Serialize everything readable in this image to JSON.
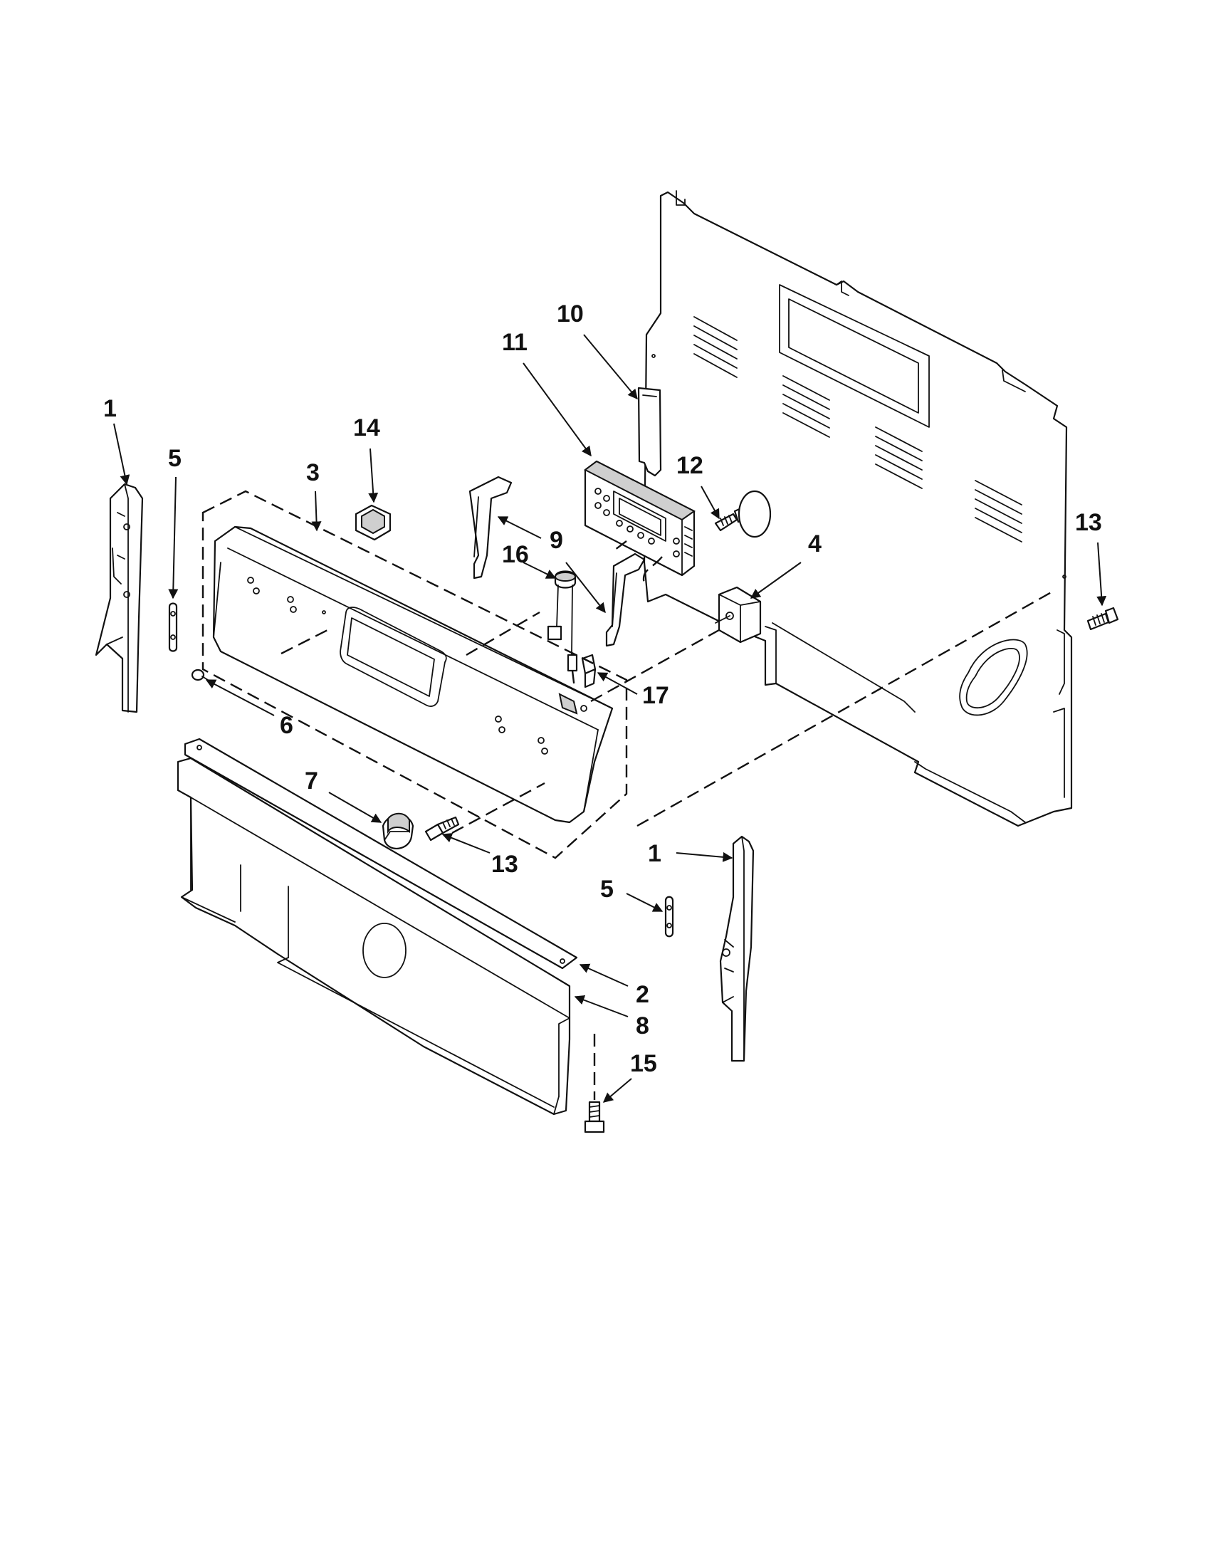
{
  "callouts": [
    {
      "id": "c1a",
      "label": "1",
      "target": "side-trim-left"
    },
    {
      "id": "c5a",
      "label": "5",
      "target": "clip-left"
    },
    {
      "id": "c14",
      "label": "14",
      "target": "clip-14"
    },
    {
      "id": "c3",
      "label": "3",
      "target": "control-panel"
    },
    {
      "id": "c10",
      "label": "10",
      "target": "bracket-10"
    },
    {
      "id": "c11",
      "label": "11",
      "target": "electronic-control"
    },
    {
      "id": "c12",
      "label": "12",
      "target": "screw-12"
    },
    {
      "id": "c16",
      "label": "16",
      "target": "part-16"
    },
    {
      "id": "c9",
      "label": "9",
      "target": "brackets-9"
    },
    {
      "id": "c4",
      "label": "4",
      "target": "switch-4"
    },
    {
      "id": "c13a",
      "label": "13",
      "target": "screw-right"
    },
    {
      "id": "c17",
      "label": "17",
      "target": "part-17"
    },
    {
      "id": "c6",
      "label": "6",
      "target": "screw-6"
    },
    {
      "id": "c7",
      "label": "7",
      "target": "knob-7"
    },
    {
      "id": "c13b",
      "label": "13",
      "target": "screw-front"
    },
    {
      "id": "c1b",
      "label": "1",
      "target": "side-trim-right"
    },
    {
      "id": "c5b",
      "label": "5",
      "target": "clip-right"
    },
    {
      "id": "c2",
      "label": "2",
      "target": "trim-2"
    },
    {
      "id": "c8",
      "label": "8",
      "target": "manifold-panel"
    },
    {
      "id": "c15",
      "label": "15",
      "target": "screw-15"
    }
  ]
}
